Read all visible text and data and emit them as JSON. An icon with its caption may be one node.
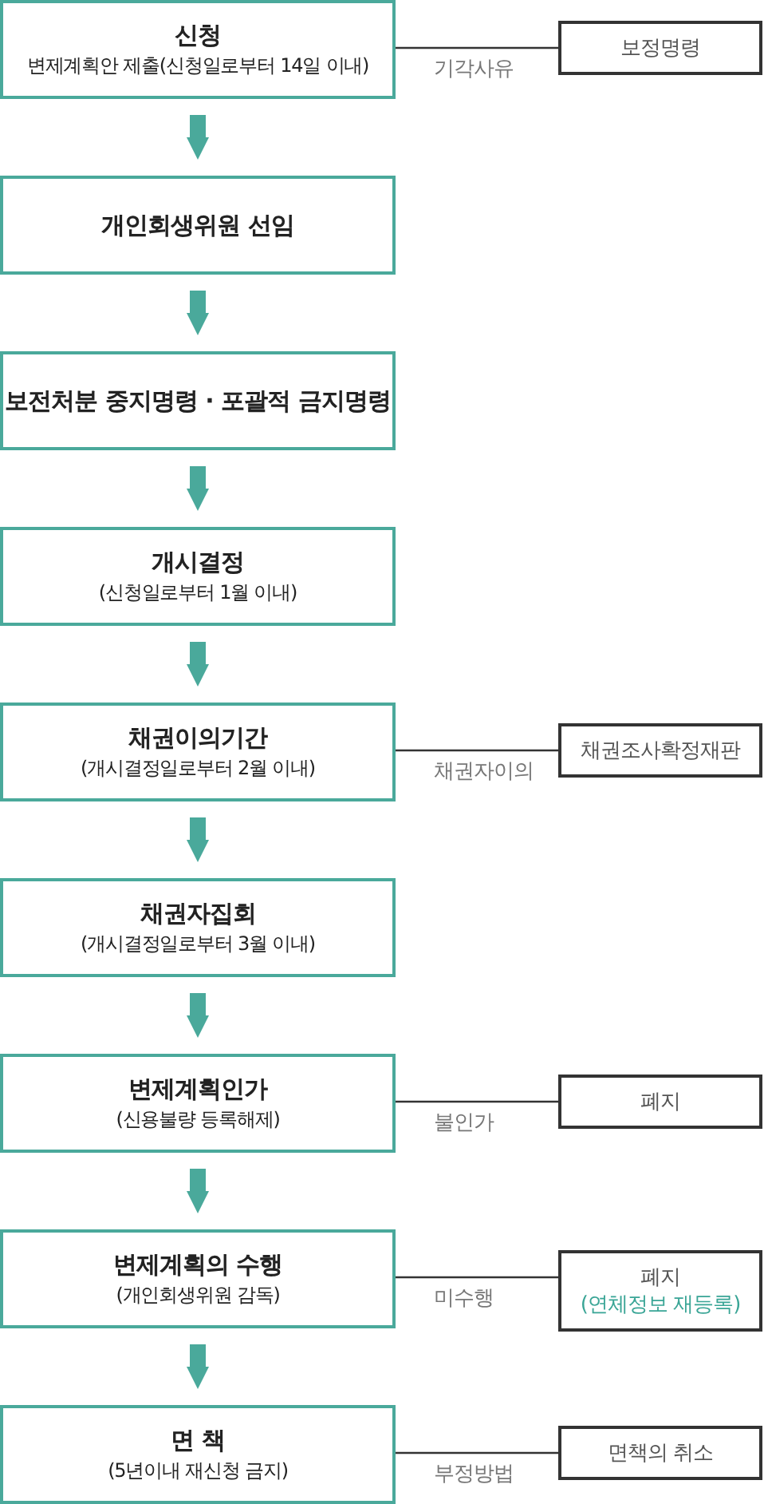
{
  "diagram": {
    "nodes": [
      {
        "text": [
          "신청",
          "변제계획안 제출(신청일로부터 14일 이내)"
        ]
      },
      {
        "text": [
          "개인회생위원 선임"
        ]
      },
      {
        "text": [
          "보전처분 중지명령 · 포괄적 금지명령"
        ]
      },
      {
        "text": [
          "개시결정",
          "(신청일로부터 1월 이내)"
        ]
      },
      {
        "text": [
          "채권이의기간",
          "(개시결정일로부터 2월 이내)"
        ]
      },
      {
        "text": [
          "채권자집회",
          "(개시결정일로부터 3월 이내)"
        ]
      },
      {
        "text": [
          "변제계획인가",
          "(신용불량 등록해제)"
        ]
      },
      {
        "text": [
          "변제계획의 수행",
          "(개인회생위원 감독)"
        ]
      },
      {
        "text": [
          "면 책",
          "(5년이내 재신청 금지)"
        ]
      },
      {
        "text": [
          "보정명령"
        ]
      },
      {
        "text": [
          "채권조사확정재판"
        ]
      },
      {
        "text": [
          "폐지"
        ]
      },
      {
        "text": [
          "폐지",
          "(연체정보 재등록)"
        ]
      },
      {
        "text": [
          "면책의 취소"
        ]
      }
    ],
    "edges": [
      {
        "from": 0,
        "to": 1,
        "arrow": "to"
      },
      {
        "from": 1,
        "to": 2,
        "arrow": "to"
      },
      {
        "from": 2,
        "to": 3,
        "arrow": "to"
      },
      {
        "from": 3,
        "to": 4,
        "arrow": "to"
      },
      {
        "from": 4,
        "to": 5,
        "arrow": "to"
      },
      {
        "from": 5,
        "to": 6,
        "arrow": "to"
      },
      {
        "from": 6,
        "to": 7,
        "arrow": "to"
      },
      {
        "from": 7,
        "to": 8,
        "arrow": "to"
      },
      {
        "from": 0,
        "to": 9,
        "arrow": "none",
        "label": "기각사유",
        "color": "#333333"
      },
      {
        "from": 4,
        "to": 10,
        "arrow": "none",
        "label": "채권자이의",
        "color": "#333333"
      },
      {
        "from": 6,
        "to": 11,
        "arrow": "none",
        "label": "불인가",
        "color": "#333333"
      },
      {
        "from": 7,
        "to": 12,
        "arrow": "none",
        "label": "미수행",
        "color": "#333333"
      },
      {
        "from": 8,
        "to": 13,
        "arrow": "none",
        "label": "부정방법",
        "color": "#333333"
      }
    ]
  }
}
